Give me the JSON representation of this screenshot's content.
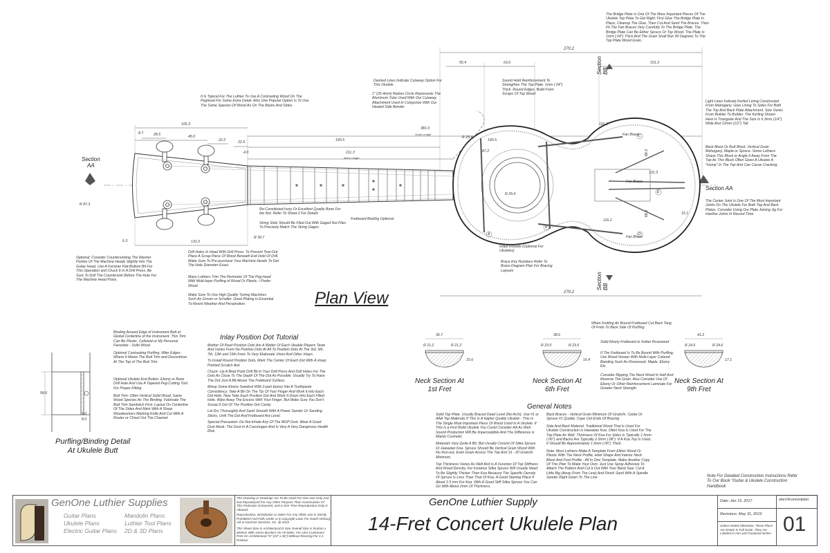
{
  "plan_view": {
    "title": "Plan View",
    "section_aa_left": "Section\nAA",
    "section_aa_right": "Section AA",
    "section_bb_top": "Section\nBB",
    "section_bb_bottom": "Section\nBB",
    "dims": {
      "overall": "270.2",
      "d55_4": "55.4",
      "d63_6": "63.6",
      "d151_3": "151.3",
      "d105_3": "105.3",
      "d45_0": "45.0",
      "d28_5": "28.5",
      "d8_7": "8.7",
      "d22_2": "22.2",
      "d22_5": "22.5",
      "d381": "381.0",
      "d190_5a": "190.5",
      "d190_5b": "190.5",
      "d211_3": "211.3",
      "d87_2": "87.2",
      "d4_0": "4.0",
      "r25_4a": "R 25.4",
      "r25_4b": "R 25.4",
      "r87_3": "R 87.3",
      "r39_7": "R 39.7",
      "d131_0": "131.0",
      "d6_3": "6.3",
      "d116_2a": "116.2",
      "d116_2b": "116.2",
      "d131_3": "131.3",
      "d68_3a": "68.3",
      "d68_3b": "68.3",
      "d15_1": "15.1"
    },
    "labels": {
      "fan_brace_top": "Fan Brace",
      "fan_brace_mid": "Fan Brace",
      "fan_brace_bot": "Fan Brace",
      "brace_a": "A",
      "brace_b": "B",
      "brace_c": "C",
      "brace_d": "D",
      "brace_e": "E",
      "scale_length": "Scale Length",
      "neck_length": "Neck Length"
    },
    "notes": {
      "bridge_plate": "The Bridge Plate Is One Of The More Important Pieces Of The Ukulele Top Plate To Get Right. First Glue The Bridge Plate In Place, Cleanup The Glue, Then Cut And Sand The Braces. Then Fit The Fan Braces Very Carefully To The Bridge Plate. The Bridge Plate Can Be Either Spruce Or Top Wood. The Plate Is 1mm (.04\") Thick And The Grain Shall Run 90 Degrees To The Top Plate Wood Grain.",
      "dashed_lines": "Dashed Lines Indicate Cutaway Option For This Ukulele",
      "radius_circle": "1\" (25.4mm) Radius Circle Represents The Aluminum Tube Used With Our Cutaway Attachment Used In Conjuction With Our Heated Side Bender",
      "sound_hole": "Sound Hold Reinforcement To Strengthen The Top Plate. 1mm (.04\") Thick. Round Edges. Build From Scraps Of Top Wood",
      "light_lines": "Light Lines Indicate Kerfed Lining Constructed From Mahogany. Glue Lining To Sides For Both The Top And Back Plate Attachment. Size Varies From Builder To Builder. The Kerfing Shown Here Is Triangular And The Size Is 6.3mm (1/4\") Wide And 12mm (1/2\") Tall.",
      "back_block": "Back Block Or Butt Block. Vertical Grain Mahogany, Maple or Spruce. Some Luthiers Shave This Block or Angle It Away From The Top As This Block Often Gives A Ukulele A \"Hump\" In The Top And Can Cause Cracking.",
      "center_joint": "The Center Joint Is One Of The Most Important Joints On The Ukulele For Both Top And Back Plates. Consider Using Our Plate Joining Jig For Hairline Joints In Record Time",
      "contrasting_wood": "It Is Typical For The Luthier To Use A Contrasting Wood On The Peghead For Some Extra Detail. Also One Popular Option Is To Use The Same Species Of Wood As On The Backs And Sides.",
      "nut": "Re-Constituted Ivory Or Excellent Quality Bone For the Nut. Refer To Sheet 2 For Details",
      "string_slots": "String Slots Should Be Filed Out With Gaged Nut Files To Precisely Match The String Gages.",
      "fretboard_binding": "Fretboard Binding Optional",
      "inlaid_rosette": "Inlaid Rosette (Optional For Ukuleles)",
      "brace_key": "Brace Key Numbers Refer To Brace Diagram Plan For Bracing Layouts",
      "optional_counter": "Optional: Consider Countersinking The Washer Portion Of The Machine Heads Slightly Into The Guitar Head. Use A Forstner Flat-Bottom Bit For This Operation and Chuck It In A Drill Press. Be Sure To Drill The Countersink Before The Hole For The Machine Head Posts.",
      "drill_holes": "Drill Holes In Head With Drill Press. To Prevent Tear-Out Place A Scrap Piece Of Wood Beneath Exit Hold Of Drill. Make Sure To Pre-purchase Your Machine Heads To Get The Hole Diameter Exact.",
      "many_luthiers": "Many Luthiers Trim The Perimeter Of The Peg-head With Multi-layer Purfling of Wood Or Plastic. I Prefer Wood.",
      "make_sure": "Make Sure To Use High Quality Tuning Machines Such As Grover or Schaller. Good Plating Is Essential To Resist Weather And Perspiration."
    }
  },
  "purfling": {
    "title": "Purfling/Binding Detail\nAt Ukulele Butt",
    "note1": "Binding Around Edge of Instrument Butt at Global Centerline of the Instrument. This Trim Can Be Plastic, Celluloid or My Personal Favoriate - Solid Wood.",
    "note2": "Optional Contrasting Purfling. Miter Edges Where It Meets The Butt Trim and Discontinue At The Top of The Butt Trim",
    "note3": "Optional Ukulele End Button. Ebony or Bone Drill Hole And Use A Tapered Peg-Cutting Tool For Proper Fitting",
    "note4": "Butt Trim: Often Vertical Solid Wood, Same Wood Species As The Binding. Fabricate The Butt Trim Sandwich First. Layout On Centerline Of The Sides And Mark With A Sharp Woodworkers Marking Knife And Cut With A Router or Chisel Out The Channel.",
    "dim_58": "58.0",
    "dim_5": "5.0",
    "dim_8": "8.0"
  },
  "inlay": {
    "title": "Inlay Position Dot Tutorial",
    "paragraphs": [
      "Mother Of Pearl Position Dots Are A Matter Of Each Ukulele Players Taste And Varies From No Position Dots At All To Position Dots At The 3rd, 5th, 7th, 12th and 15th Frets To Very Elaborate Vines And Other Inlays.",
      "To Install Round Position Dots, Mark The Center Of Each Dot With A sharp Pointed Scratch Awl.",
      "Chuck -Up A Brad Point Drill Bit In Your Drill Press And Drill Holes For The Dots As Close To The Depth Of The Dot As Possible. Usually Try To Have The Dot Just A Bit Above The Fretboard Surface.",
      "Mixup Some Ebony Sawdust With 2-part Epoxy Into A Toothpaste Consistency. Take A Bit On The Tip Of Your Finger And Work It Into Each Dot Hole. Now Take Each Position Dot And Work It Down Into Each Filled Hole. Wipe Away The Excess With Your Finger. But Make Sure You Don't Scoop It Out Of The Position Dot Cavity.",
      "Let Dry Thoroughly And Sand Smooth With A Power Sander Or Sanding Sticks, Until The Dot And Fretboard Are Level.",
      "Special Precaution: Do Not Inhale Any Of The MOP Dust. Wear A Good Dust Mask. The Dust In A Carcinogen And Is Very A Very Dangerous Health Risk."
    ]
  },
  "sections": {
    "s1": {
      "title": "Neck Section At\n1st Fret",
      "w": "36.7",
      "ra": "R 21.2",
      "rb": "R 21.2",
      "h": "15.6"
    },
    "s6": {
      "title": "Neck Section At\n6th Fret",
      "w": "38.6",
      "ra": "R 23.5",
      "rb": "R 23.5",
      "h": "16.4"
    },
    "s9": {
      "title": "Neck Section At\n9th Fret",
      "w": "41.2",
      "ra": "R 24.6",
      "rb": "R 24.6",
      "h": "17.1"
    },
    "fret_notes": [
      "When Fretting An Bound Fretboard Cut Back Tang Of Frets To Back Side Of Purfling",
      "Solid Ebony Fretboard or Indian Rosewood",
      "If The Fretboard Is To Be Bound With Purfling, Use Wood Veneer With Multi-Layer Colored Banding Such As Rosewood, Maple, Ebony Etc.",
      "Consider Ripping The Neck Wood In Half And Reverse The Grain. Also Consider Use Of Ebony Or Other Reinforcement Laminate For Greater Neck Strength"
    ]
  },
  "general_notes": {
    "title": "General Notes",
    "left": [
      "Solid Top Plate. Usually Braced Dead Level (No Arch). Use #1 or AAA Top Materials If This Is A Higher Quality Ukulele - This Is The Single Most Important Piece Of Wood Used In A Ukulele. If This is a First Build Ukulele You Could Consider AA As Well. Sound Production Will Be Imperceptible And The Difference is Mainly Cosmetic",
      "Materials Vary Quite A Bit, But Usually Consist Of Sitka Spruce Or Hawaiian Koa. Spruce Should Be Vertical Grain Wood With No Run-out, Even Grain Across The Top And 16 - 20 Grain/in Minimum.",
      "Top Thickness Varies As Well And Is A Function Of Top Stiffness And Wood Density. For Instance Sitka Spruce Will Usually Need To Be Slightly Thicker Than Koa Because The Specific Density Of Spruce Is Less Than That Of Koa. A Good Starting Place If About 1.5 mm For Koa. With A Good Stiff Sitka Spruce You Can Go With About 2mm Of Thickness."
    ],
    "right": [
      "Back Braces - Vertical Grain Minimum 20 Grain/In. Cedar Or Spruce #1 Quality. Cope Out Ends Of Bracing",
      "Side And Back Material: Traditional Wood That Is Used For Ukulele Construction Is Hawaiian Koa. Often Koa Is Used For The Top Plate As Well. Thickness Of Koa For Sides Is Typically 1.5mm (.06\") and Backs Are Typically 2.0mm (.08\"). If A Koa Top Is Used, It Should Be Approximately 1.5mm (.06\") Thick.",
      "Note: Most Luthiers Make A Template From Either Wood Or Plastic With The Neck Profile, Heel Shape And Interior Neck Block And Foot Profile - All In One Template. Make Another Copy Of This Plan To Make Your Own. Just Use Spray Adhesive To Attach The Pattern And Cut It Out With Your Band Saw. Cut A Little Big (Away From The Line) And Finish Sand With A Spindle Sander Right Down To The Line"
    ],
    "side_note": "Note For Detailed Construction Instructions Refer To Our Book \"Guitar & Ukulele Construction Handbook"
  },
  "title_block": {
    "company": "GenOne Luthier Supplies",
    "links_left": [
      "Guitar Plans",
      "Ukulele Plans",
      "Electric Guitar Plans"
    ],
    "links_right": [
      "Mandolin Plans",
      "Luthier Tool Plans",
      "2D & 3D Plans"
    ],
    "legal1": "This Drawing or Drawings Are To Be Used For One Use Only And Not Reproduced For Any Other Purpose Than Construction Of This Particular Instrument, and a One Time Reproduction Only is Allowed.",
    "legal2": "Reproduction, Distribution or Sales For Any Other Use Is Strictly Prohibited And Falls Under U.S Copyright Laws For David Verburg A/k & GenOne Services, Inc. @ 2019",
    "legal3": "This Sheet Size Is Architectural D Size Overall Size is 914mm x 609mm With 14mm Borders On All Sides. For USA Customers Print On Architectural \"D\" (24\" x 36\") Without Resizing For 1:1 Printout.",
    "supply_name": "GenOne Luthier Supply",
    "plan_title": "14-Fret Concert Ukulele Plan",
    "date": "Date: Jan 15, 2017",
    "revisions": "Revisions: May 31, 2019",
    "units_note": "Unless Noted Otherwise, These Plans Are Drawn In Full Scale. They Are Labeled In mm and Fractional inches",
    "file": "uke14concertplan",
    "sheet": "01"
  }
}
